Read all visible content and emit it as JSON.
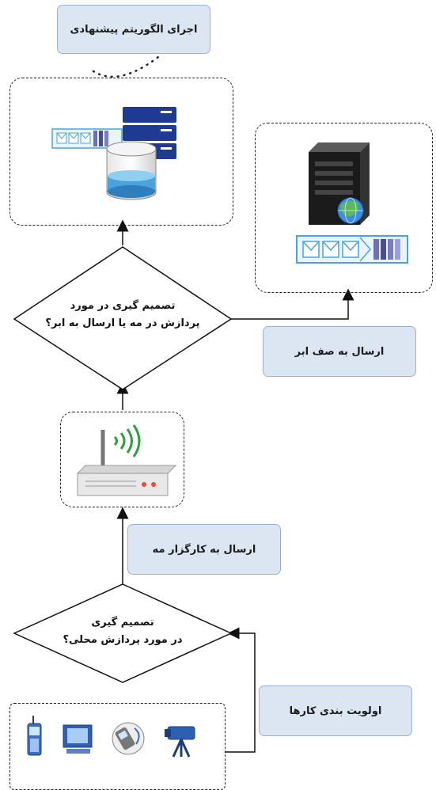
{
  "labels": {
    "run_algorithm": "اجرای الگوریتم پیشنهادی",
    "send_to_cloud_queue": "ارسال به صف ابر",
    "send_to_fog_broker": "ارسال به کارگزار مه",
    "prioritize_tasks": "اولویت بندی کارها"
  },
  "decisions": {
    "fog_or_cloud_line1": "تصمیم گیری در مورد",
    "fog_or_cloud_line2": "پردازش در مه یا ارسال به ابر؟",
    "local_line1": "تصمیم گیری",
    "local_line2": "در مورد پردازش محلی؟"
  },
  "icons": [
    "server-rack-icon",
    "database-icon",
    "message-queue-icon",
    "cloud-server-icon",
    "globe-icon",
    "router-icon",
    "mobile-phone-icon",
    "computer-icon",
    "satellite-phone-icon",
    "camera-icon"
  ],
  "colors": {
    "label_fill": "#dce6f2",
    "label_border": "#95b3d7",
    "server_blue": "#1f3a93",
    "queue_blue": "#4aa3df",
    "router_green": "#2e9e3e"
  }
}
